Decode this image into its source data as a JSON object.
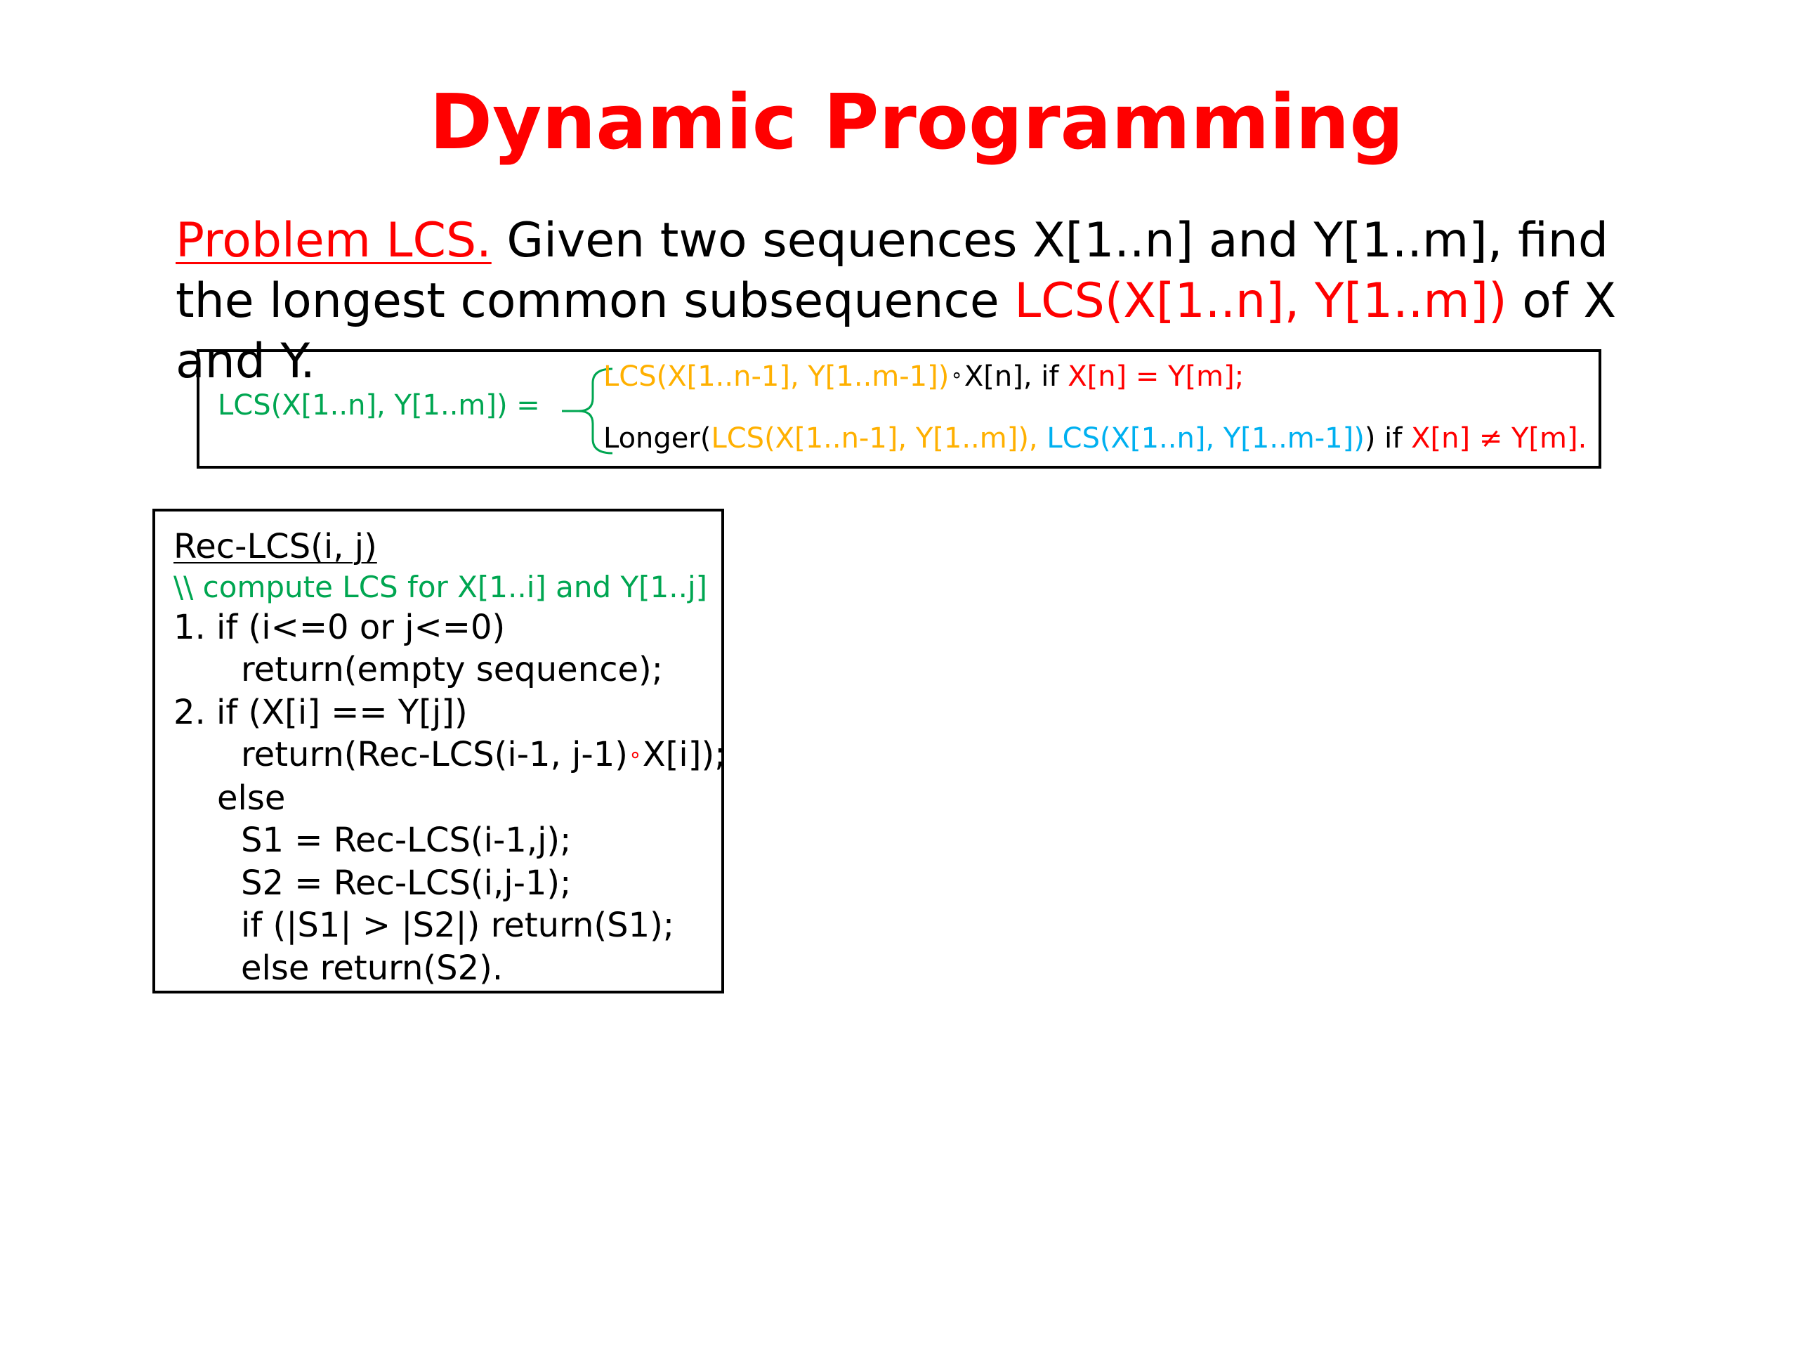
{
  "title": "Dynamic Programming",
  "problem": {
    "label": "Problem LCS.",
    "text1": " Given two sequences X[1..n] and Y[1..m], find the longest common subsequence ",
    "lcs": "LCS(X[1..n], Y[1..m])",
    "text2": " of X and Y."
  },
  "recurrence": {
    "lhs": "LCS(X[1..n], Y[1..m]) =",
    "case1": {
      "term": "LCS(X[1..n-1], Y[1..m-1])",
      "op": "∘",
      "rest": "X[n], if ",
      "cond": "X[n] = Y[m];"
    },
    "case2": {
      "prefix": "Longer(",
      "a": "LCS(X[1..n-1], Y[1..m]),",
      "space": " ",
      "b": "LCS(X[1..n], Y[1..m-1])",
      "close": ") if ",
      "cond": "X[n] ≠ Y[m]."
    }
  },
  "code": {
    "title": "Rec-LCS(i, j)",
    "comment": "\\\\ compute LCS for X[1..i] and Y[1..j]",
    "l1": "1. if (i<=0 or j<=0)",
    "l2": "return(empty sequence);",
    "l3": "2. if (X[i] == Y[j])",
    "l4a": "return(Rec-LCS(i-1, j-1)",
    "l4op": "∘",
    "l4b": "X[i]);",
    "l5": "else",
    "l6": "S1 = Rec-LCS(i-1,j);",
    "l7": "S2 = Rec-LCS(i,j-1);",
    "l8": "if (|S1| > |S2|) return(S1);",
    "l9": "else return(S2)."
  },
  "colors": {
    "title": "#ff0000",
    "lhs": "#00a651",
    "case_a": "#ffb000",
    "case_b": "#00b0f0",
    "condition": "#ff0000",
    "comment": "#00a651"
  }
}
